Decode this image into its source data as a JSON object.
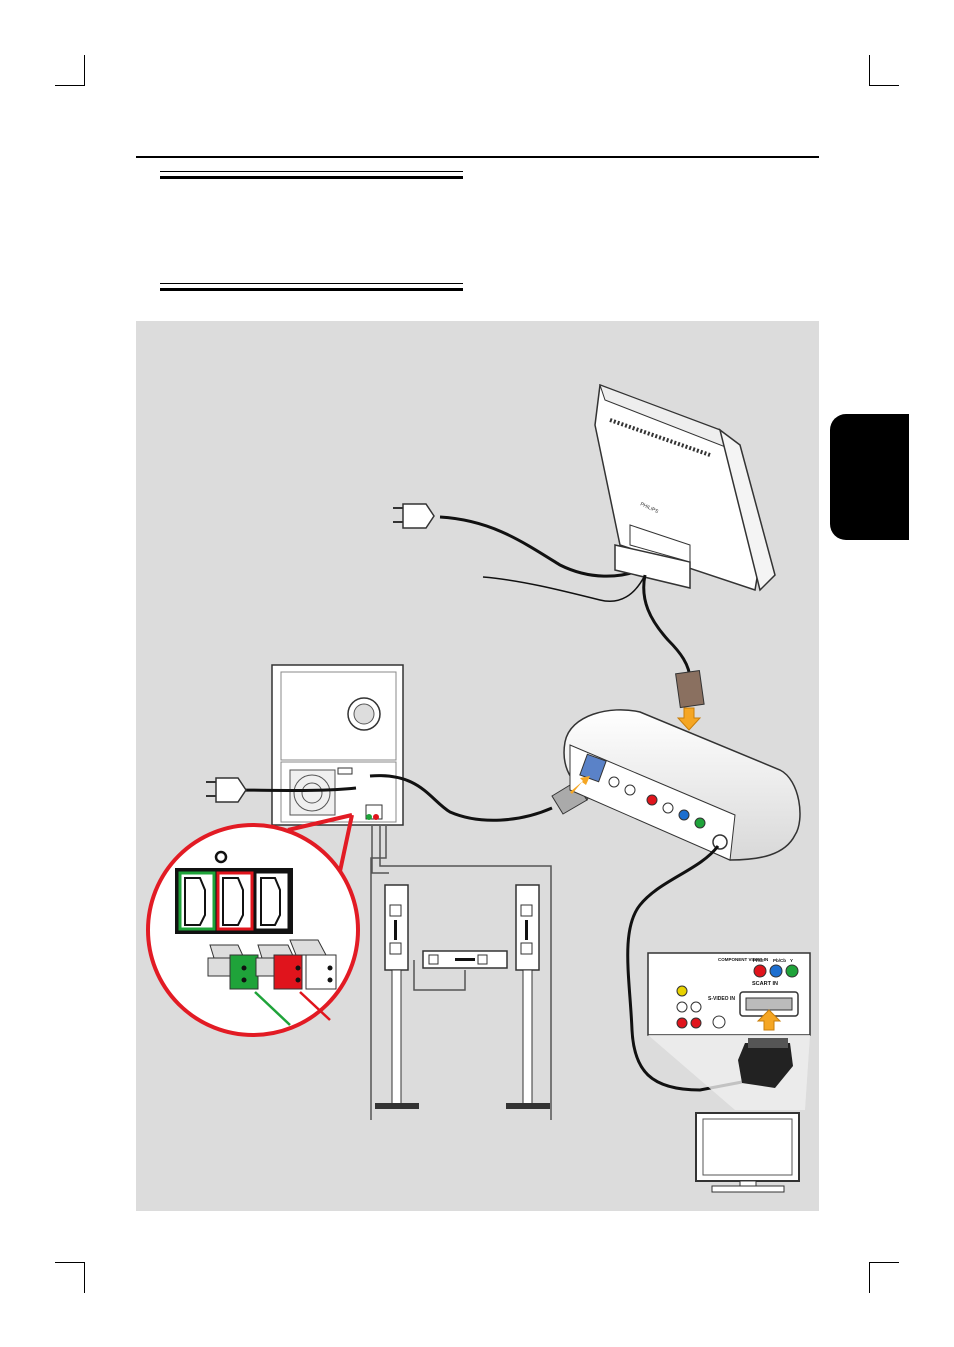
{
  "labels": {
    "component_video_in": "COMPONENT VIDEO IN",
    "pr_cr": "Pr/Cr",
    "pb_cb": "Pb/Cb",
    "y": "Y",
    "s_video_in": "S-VIDEO IN",
    "scart_in": "SCART IN",
    "brand": "PHILIPS"
  },
  "colors": {
    "panel": "#dcdcdc",
    "arrow": "#f5a623",
    "callout": "#e21b24",
    "green": "#1fa33a",
    "red": "#e0141c"
  }
}
